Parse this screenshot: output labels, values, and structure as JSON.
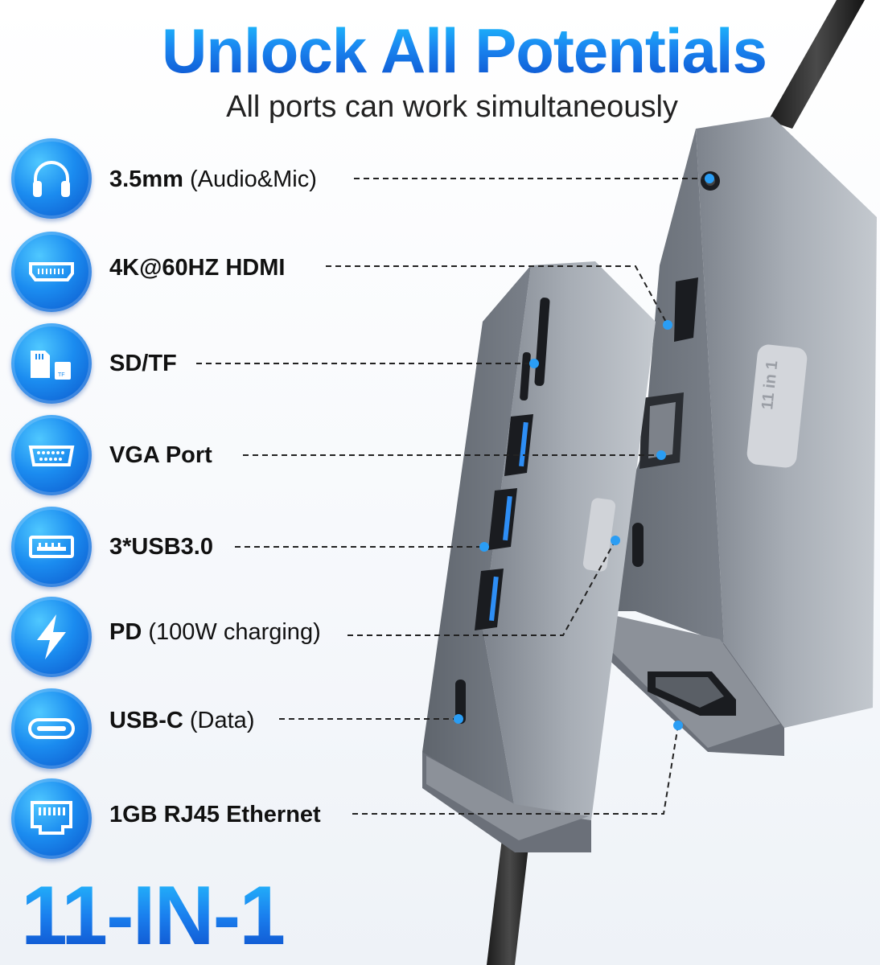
{
  "header": {
    "title": "Unlock All Potentials",
    "subtitle": "All ports can work simultaneously"
  },
  "ports": [
    {
      "bold": "3.5mm",
      "light": " (Audio&Mic)",
      "icon": "headphones-icon"
    },
    {
      "bold": "4K@60HZ HDMI",
      "light": "",
      "icon": "hdmi-icon"
    },
    {
      "bold": "SD/TF",
      "light": "",
      "icon": "sd-card-icon"
    },
    {
      "bold": "VGA Port",
      "light": "",
      "icon": "vga-icon"
    },
    {
      "bold": "3*USB3.0",
      "light": "",
      "icon": "usb-icon"
    },
    {
      "bold": "PD",
      "light": " (100W charging)",
      "icon": "lightning-icon"
    },
    {
      "bold": "USB-C",
      "light": " (Data)",
      "icon": "usb-c-icon"
    },
    {
      "bold": "1GB RJ45 Ethernet",
      "light": "",
      "icon": "ethernet-icon"
    }
  ],
  "device": {
    "badge_text": "11 in 1"
  },
  "footer": {
    "big_text": "11-IN-1"
  },
  "colors": {
    "accent_blue": "#1a86f0",
    "device_gray": "#9aa0a8",
    "leader_line": "#222222"
  }
}
